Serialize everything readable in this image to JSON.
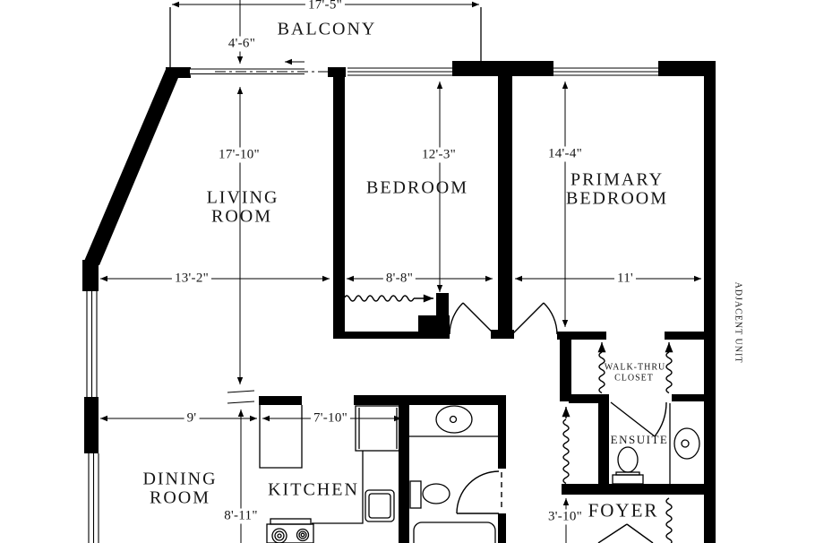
{
  "title": "Apartment floor plan",
  "colors": {
    "ink": "#000000",
    "background": "#ffffff"
  },
  "rooms": {
    "balcony": {
      "label": "BALCONY"
    },
    "living": {
      "line1": "LIVING",
      "line2": "ROOM"
    },
    "bedroom": {
      "label": "BEDROOM"
    },
    "primary": {
      "line1": "PRIMARY",
      "line2": "BEDROOM"
    },
    "dining": {
      "line1": "DINING",
      "line2": "ROOM"
    },
    "kitchen": {
      "label": "KITCHEN"
    },
    "walkthru": {
      "line1": "WALK-THRU",
      "line2": "CLOSET"
    },
    "ensuite": {
      "label": "ENSUITE"
    },
    "foyer": {
      "label": "FOYER"
    }
  },
  "annotations": {
    "adjacent_unit": "ADJACENT UNIT"
  },
  "dimensions": {
    "balcony_width": "17'-5\"",
    "balcony_depth": "4'-6\"",
    "living_length": "17'-10\"",
    "bedroom_length": "12'-3\"",
    "primary_length": "14'-4\"",
    "living_width": "13'-2\"",
    "bedroom_width": "8'-8\"",
    "primary_width": "11'",
    "dining_width": "9'",
    "kitchen_width": "7'-10\"",
    "dining_length": "8'-11\"",
    "foyer_width": "3'-10\""
  }
}
